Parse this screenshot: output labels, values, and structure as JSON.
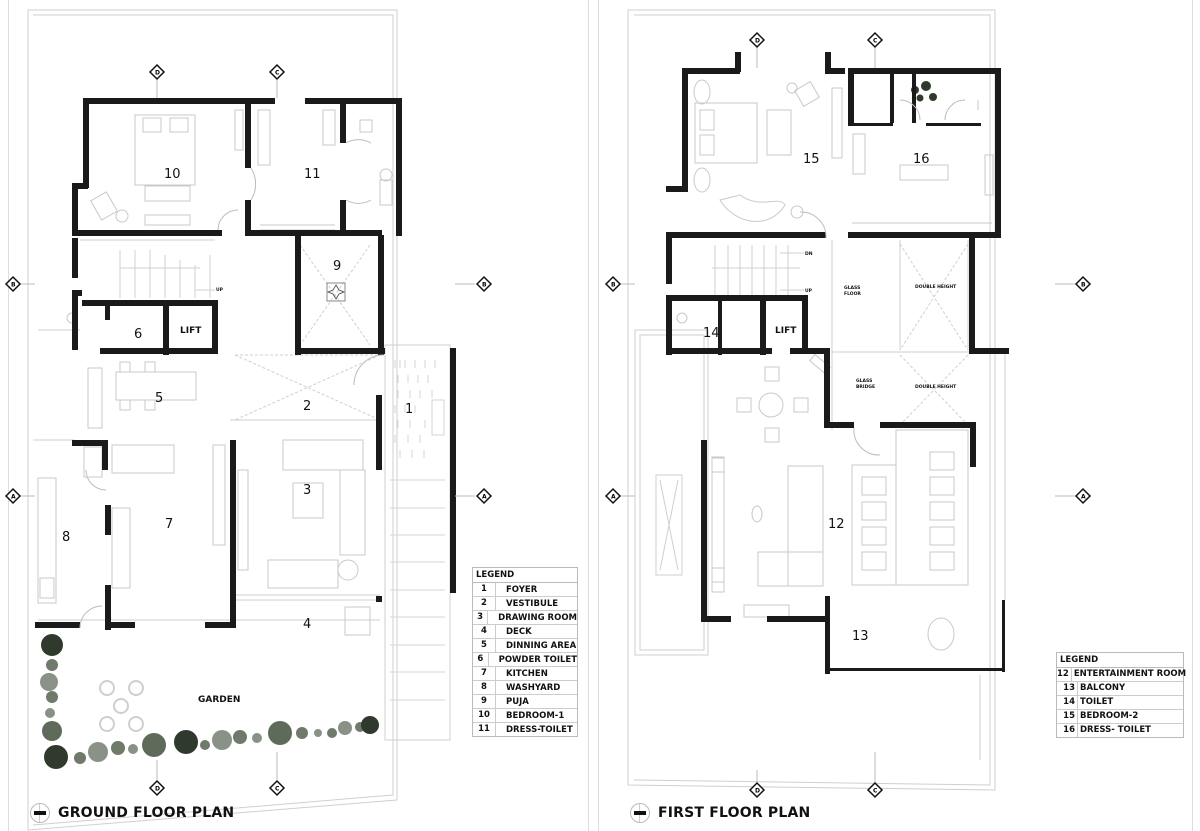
{
  "ground_floor": {
    "title": "GROUND FLOOR PLAN",
    "grid_markers": {
      "top": [
        "D",
        "C"
      ],
      "bottom": [
        "D",
        "C"
      ],
      "left": [
        "B",
        "A"
      ],
      "right": [
        "B",
        "A"
      ]
    },
    "room_labels": {
      "r1": "1",
      "r2": "2",
      "r3": "3",
      "r4": "4",
      "r5": "5",
      "r6": "6",
      "r7": "7",
      "r8": "8",
      "r9": "9",
      "r10": "10",
      "r11": "11",
      "lift": "LIFT",
      "garden": "GARDEN",
      "up": "UP"
    },
    "legend": {
      "header": "LEGEND",
      "items": [
        {
          "num": "1",
          "name": "FOYER"
        },
        {
          "num": "2",
          "name": "VESTIBULE"
        },
        {
          "num": "3",
          "name": "DRAWING ROOM"
        },
        {
          "num": "4",
          "name": "DECK"
        },
        {
          "num": "5",
          "name": "DINNING AREA"
        },
        {
          "num": "6",
          "name": "POWDER TOILET"
        },
        {
          "num": "7",
          "name": "KITCHEN"
        },
        {
          "num": "8",
          "name": "WASHYARD"
        },
        {
          "num": "9",
          "name": "PUJA"
        },
        {
          "num": "10",
          "name": "BEDROOM-1"
        },
        {
          "num": "11",
          "name": "DRESS-TOILET"
        }
      ]
    }
  },
  "first_floor": {
    "title": "FIRST FLOOR PLAN",
    "grid_markers": {
      "top": [
        "D",
        "C"
      ],
      "bottom": [
        "D",
        "C"
      ],
      "left": [
        "B",
        "A"
      ],
      "right": [
        "B",
        "A"
      ]
    },
    "room_labels": {
      "r12": "12",
      "r13": "13",
      "r14": "14",
      "r15": "15",
      "r16": "16",
      "lift": "LIFT",
      "glass_floor_1": "GLASS",
      "glass_floor_2": "FLOOR",
      "glass_bridge_1": "GLASS",
      "glass_bridge_2": "BRIDGE",
      "double_height_a": "DOUBLE HEIGHT",
      "double_height_b": "DOUBLE HEIGHT",
      "dn": "DN",
      "up": "UP"
    },
    "legend": {
      "header": "LEGEND",
      "items": [
        {
          "num": "12",
          "name": "ENTERTAINMENT ROOM"
        },
        {
          "num": "13",
          "name": "BALCONY"
        },
        {
          "num": "14",
          "name": "TOILET"
        },
        {
          "num": "15",
          "name": "BEDROOM-2"
        },
        {
          "num": "16",
          "name": "DRESS- TOILET"
        }
      ]
    }
  },
  "colors": {
    "wall": "#1a1a1a",
    "thin_line": "#c8c8c8",
    "foliage_dark": "#2f3a2c",
    "foliage_mid": "#6f7a6a"
  }
}
